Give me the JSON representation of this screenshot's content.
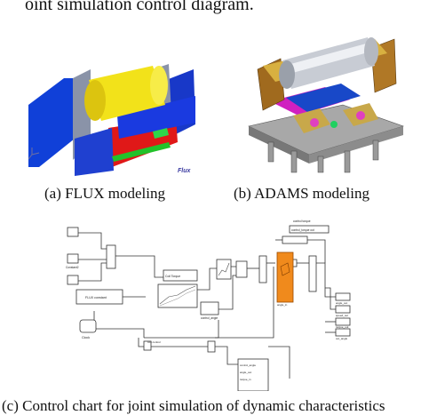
{
  "top_caption": "oint simulation control diagram.",
  "figure_a": {
    "caption": "(a) FLUX modeling",
    "logo_text": "Flux"
  },
  "figure_b": {
    "caption": "(b) ADAMS modeling"
  },
  "figure_c": {
    "blocks": {
      "control_torque_out": "control_torque out",
      "control_torque": "control torque",
      "clock_label": "Clock",
      "constant2": "Constant2",
      "flux_constant": "FLUX constant",
      "out_control": "Out control",
      "angle_out": "angle_out",
      "coil_torque": "Coil Torque",
      "control_angle": "control_angle",
      "angle_in": "angle_in",
      "torque_in": "torque_in",
      "torque_out": "torque_out",
      "control_angle_b": "control_angle",
      "angle_out_b": "angle_out",
      "speed_out": "speed_out",
      "out_angle": "out_angle"
    }
  },
  "bottom_caption": "(c) Control chart for joint simulation of dynamic characteristics"
}
